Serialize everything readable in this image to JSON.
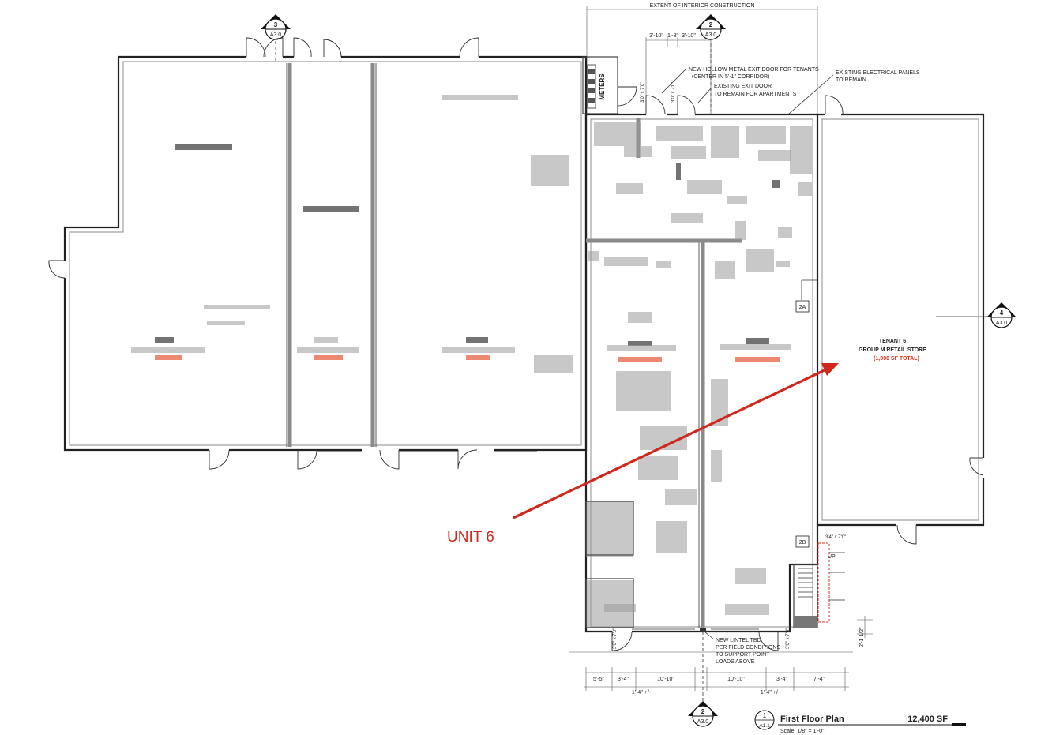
{
  "plan": {
    "top_dimension_label": "EXTENT OF INTERIOR CONSTRUCTION",
    "top_dims": [
      "3'-10\"",
      "1'-8\"",
      "3'-10\""
    ],
    "meters_label": "METERS",
    "door_tags": [
      "3'0\" x 7'0\"",
      "3'0\" x 7'0\""
    ],
    "notes": {
      "hollow_metal_door": [
        "NEW HOLLOW METAL EXIT DOOR FOR TENANTS",
        "(CENTER IN 5'-1\" CORRIDOR)"
      ],
      "existing_exit_door": [
        "EXISTING EXIT DOOR",
        "TO REMAIN FOR APARTMENTS"
      ],
      "electrical_panels": [
        "EXISTING ELECTRICAL PANELS",
        "TO REMAIN"
      ],
      "new_lintel": [
        "NEW LINTEL TBD",
        "PER FIELD CONDITIONS",
        "TO SUPPORT POINT",
        "LOADS ABOVE"
      ]
    },
    "tenant6": {
      "title": "TENANT 6",
      "use": "GROUP M RETAIL STORE",
      "area": "(1,900 SF TOTAL)"
    },
    "section_markers": [
      {
        "num": "3",
        "sheet": "A3.0"
      },
      {
        "num": "2",
        "sheet": "A3.0"
      },
      {
        "num": "4",
        "sheet": "A3.0"
      },
      {
        "num": "2",
        "sheet": "A3.0"
      }
    ],
    "tags": [
      "2A",
      "2B"
    ],
    "stair_label": "UP",
    "stair_door": "3'4\" x 7'0\"",
    "side_dim": "2'-1 1/2\"",
    "bottom_dims": [
      "5'-5\"",
      "3'-4\"",
      "10'-10\"",
      "10'-10\"",
      "3'-4\"",
      "7'-4\""
    ],
    "bottom_sub_dims": [
      "1'-4\" +/-",
      "1'-4\" +/-"
    ],
    "bottom_door_tags": [
      "3'0\" x 7'0\"",
      "3'0\" x 7'0\""
    ]
  },
  "annotation": {
    "label": "UNIT 6",
    "color": "#d0281c"
  },
  "title_block": {
    "drawing_number": "1",
    "sheet": "A1.1",
    "title": "First Floor Plan",
    "scale": "Scale: 1/8\" = 1'-0\"",
    "area": "12,400 SF"
  }
}
